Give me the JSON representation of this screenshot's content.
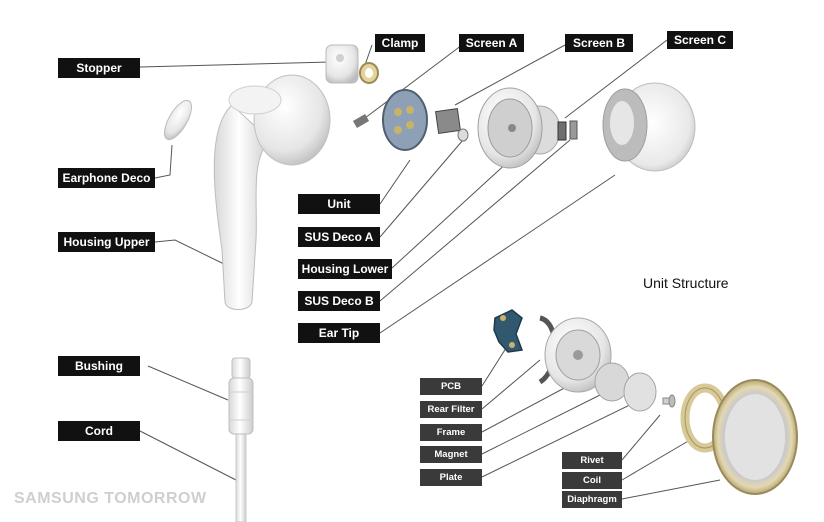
{
  "labels": {
    "stopper": "Stopper",
    "clamp": "Clamp",
    "screen_a": "Screen A",
    "screen_b": "Screen B",
    "screen_c": "Screen C",
    "earphone_deco": "Earphone Deco",
    "housing_upper": "Housing Upper",
    "unit": "Unit",
    "sus_deco_a": "SUS Deco A",
    "housing_lower": "Housing Lower",
    "sus_deco_b": "SUS Deco B",
    "ear_tip": "Ear Tip",
    "bushing": "Bushing",
    "cord": "Cord"
  },
  "unit_structure": {
    "title": "Unit Structure",
    "labels": {
      "pcb": "PCB",
      "rear_filter": "Rear Filter",
      "frame": "Frame",
      "magnet": "Magnet",
      "plate": "Plate",
      "rivet": "Rivet",
      "coil": "Coil",
      "diaphragm": "Diaphragm"
    }
  },
  "watermark": "SAMSUNG TOMORROW"
}
